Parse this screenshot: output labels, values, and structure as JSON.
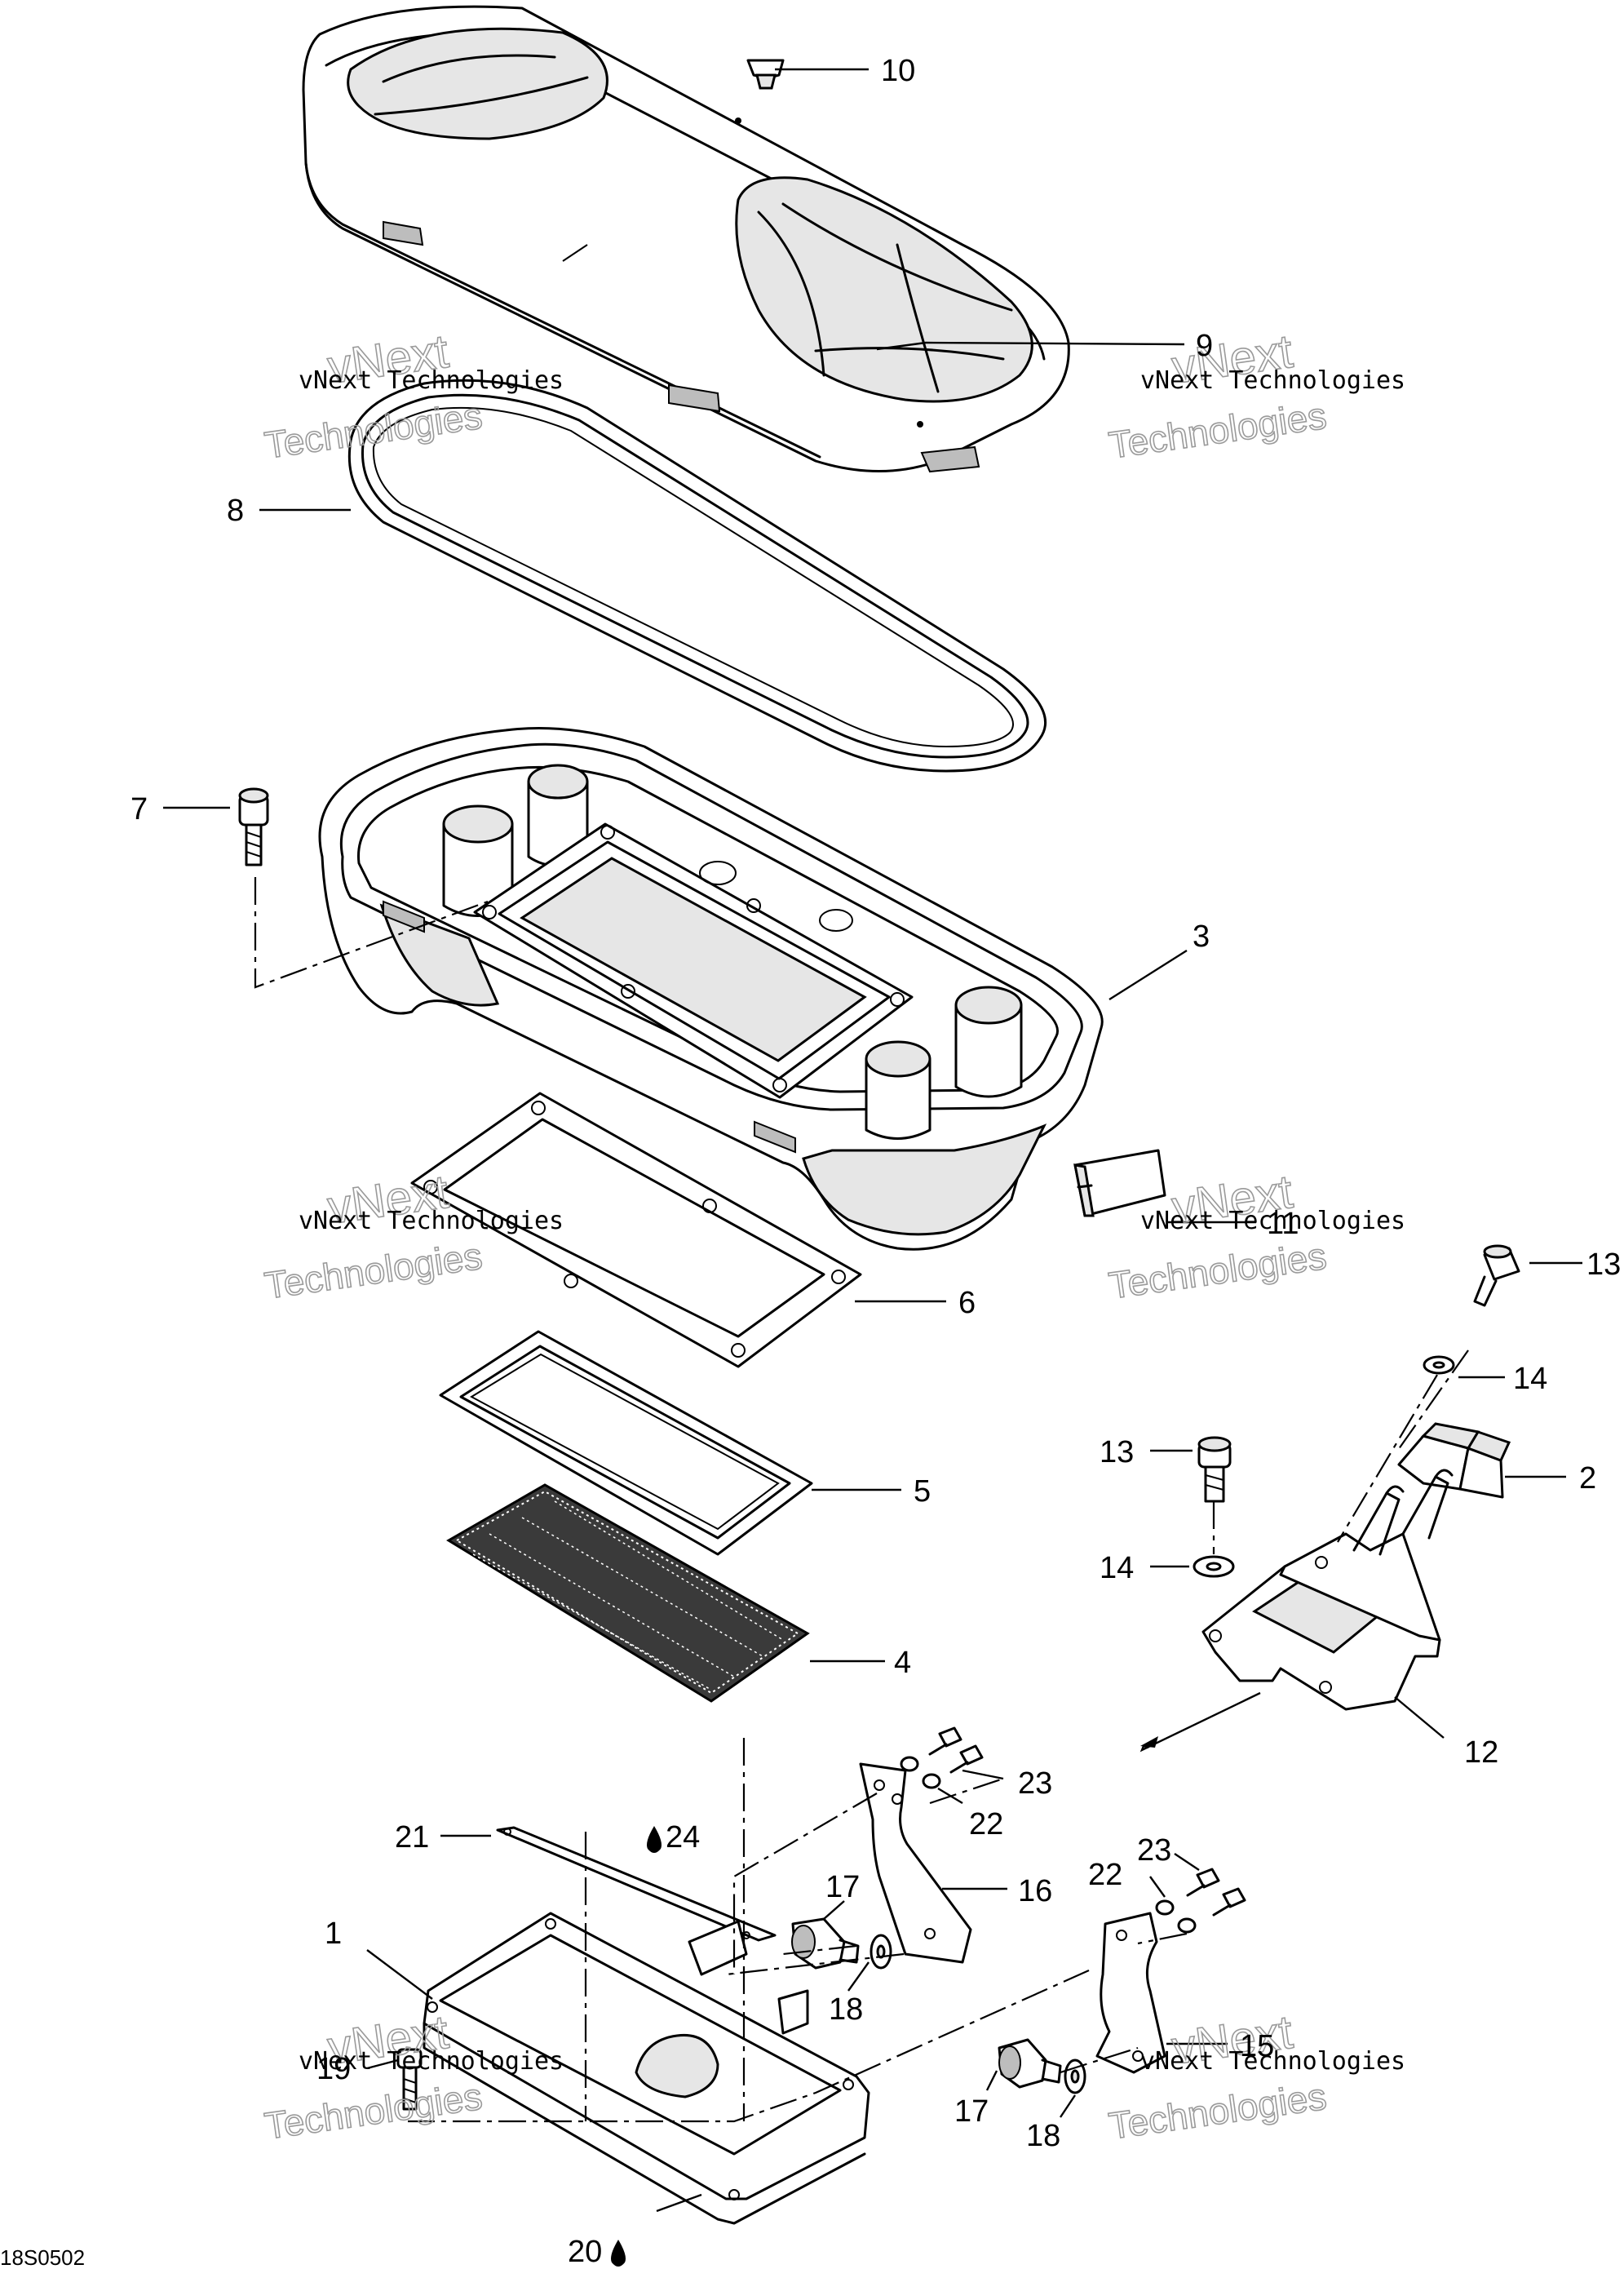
{
  "callouts": [
    {
      "id": "c10",
      "label": "10"
    },
    {
      "id": "c9",
      "label": "9"
    },
    {
      "id": "c8",
      "label": "8"
    },
    {
      "id": "c7",
      "label": "7"
    },
    {
      "id": "c3",
      "label": "3"
    },
    {
      "id": "c11",
      "label": "11"
    },
    {
      "id": "c6",
      "label": "6"
    },
    {
      "id": "c13a",
      "label": "13"
    },
    {
      "id": "c14a",
      "label": "14"
    },
    {
      "id": "c2",
      "label": "2"
    },
    {
      "id": "c13b",
      "label": "13"
    },
    {
      "id": "c5",
      "label": "5"
    },
    {
      "id": "c14b",
      "label": "14"
    },
    {
      "id": "c4",
      "label": "4"
    },
    {
      "id": "c12",
      "label": "12"
    },
    {
      "id": "c23a",
      "label": "23"
    },
    {
      "id": "c22a",
      "label": "22"
    },
    {
      "id": "c21",
      "label": "21"
    },
    {
      "id": "c24",
      "label": "24"
    },
    {
      "id": "c16",
      "label": "16"
    },
    {
      "id": "c17a",
      "label": "17"
    },
    {
      "id": "c23b",
      "label": "23"
    },
    {
      "id": "c22b",
      "label": "22"
    },
    {
      "id": "c1",
      "label": "1"
    },
    {
      "id": "c18a",
      "label": "18"
    },
    {
      "id": "c15",
      "label": "15"
    },
    {
      "id": "c19",
      "label": "19"
    },
    {
      "id": "c17b",
      "label": "17"
    },
    {
      "id": "c18b",
      "label": "18"
    },
    {
      "id": "c20",
      "label": "20"
    }
  ],
  "watermark": {
    "brand_top": "vNext",
    "company": "vNext Technologies",
    "brand_bottom": "Technologies"
  },
  "drawing_code": "18S0502"
}
